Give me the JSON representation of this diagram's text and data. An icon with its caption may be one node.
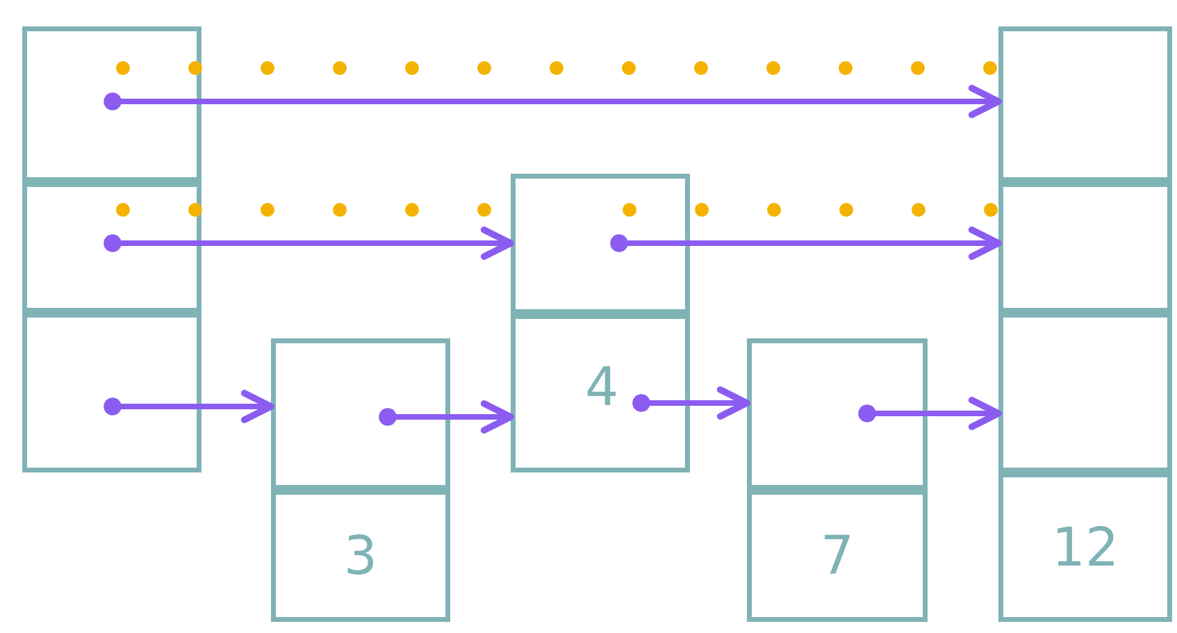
{
  "diagram": {
    "nodes": [
      {
        "text": [],
        "shape": "box"
      },
      {
        "text": [],
        "shape": "box"
      },
      {
        "text": [],
        "shape": "box"
      },
      {
        "text": [],
        "shape": "box"
      },
      {
        "text": [
          "3"
        ]
      },
      {
        "text": [],
        "shape": "box"
      },
      {
        "text": [
          "4"
        ]
      },
      {
        "text": [],
        "shape": "box"
      },
      {
        "text": [
          "7"
        ]
      },
      {
        "text": [],
        "shape": "box"
      },
      {
        "text": [],
        "shape": "box"
      },
      {
        "text": [],
        "shape": "box"
      },
      {
        "text": [
          "12"
        ]
      }
    ],
    "edges": [
      {
        "from": 0,
        "to": 9,
        "arrow": "none",
        "style": "dashed",
        "color": "#f5b301"
      },
      {
        "from": 1,
        "to": 5,
        "arrow": "none",
        "style": "dashed",
        "color": "#f5b301"
      },
      {
        "from": 5,
        "to": 10,
        "arrow": "none",
        "style": "dashed",
        "color": "#f5b301"
      },
      {
        "from": 0,
        "to": 9,
        "arrow": "to"
      },
      {
        "from": 1,
        "to": 5,
        "arrow": "to"
      },
      {
        "from": 5,
        "to": 10,
        "arrow": "to"
      },
      {
        "from": 2,
        "to": 3,
        "arrow": "to"
      },
      {
        "from": 3,
        "to": 6,
        "arrow": "to"
      },
      {
        "from": 6,
        "to": 7,
        "arrow": "to"
      },
      {
        "from": 7,
        "to": 11,
        "arrow": "to"
      }
    ]
  }
}
